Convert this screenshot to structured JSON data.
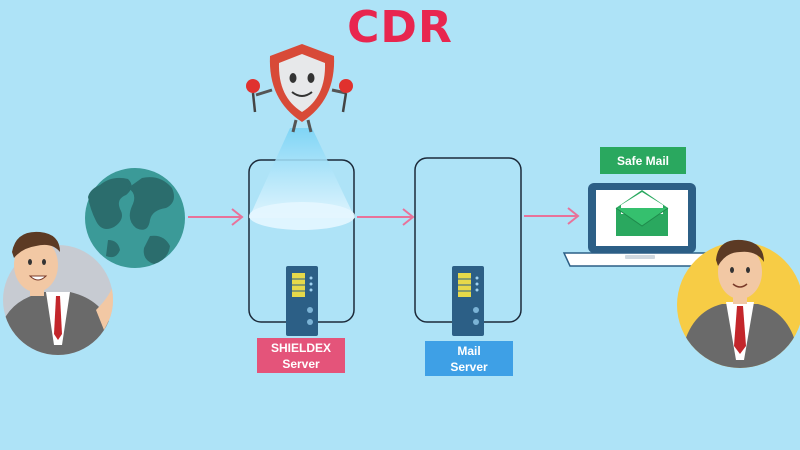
{
  "title": "CDR",
  "labels": {
    "shieldex_line1": "SHIELDEX",
    "shieldex_line2": "Server",
    "mail_line1": "Mail",
    "mail_line2": "Server",
    "safe_mail": "Safe Mail"
  },
  "colors": {
    "background": "#aee3f7",
    "title": "#e8264f",
    "shieldex_label": "#e4547a",
    "mail_label": "#3ea0e6",
    "safe_label": "#2aa85f",
    "arrow": "#e8729a"
  },
  "icons": [
    "globe-icon",
    "shield-mascot-icon",
    "server-icon",
    "laptop-icon",
    "envelope-icon",
    "person-avatar"
  ]
}
